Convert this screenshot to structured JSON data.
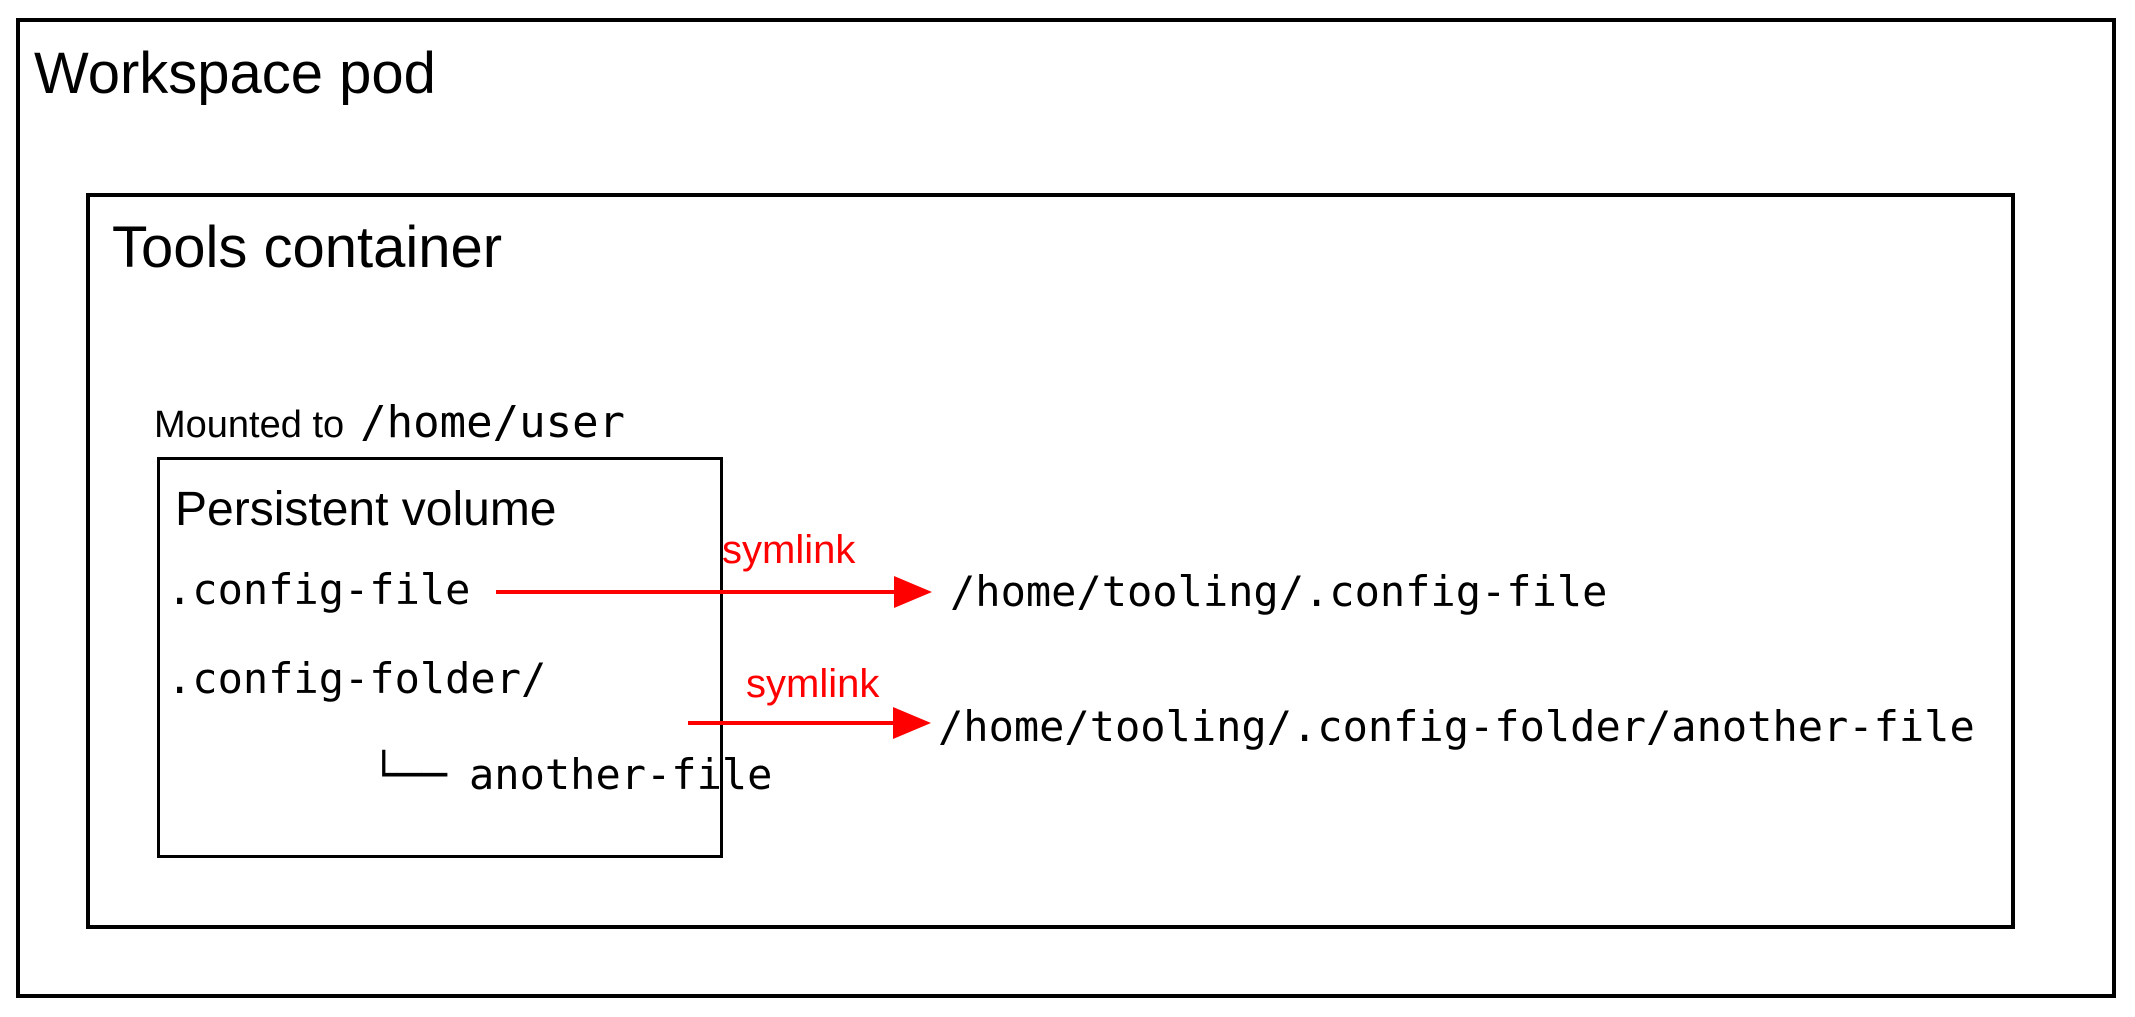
{
  "workspace_pod": {
    "title": "Workspace pod"
  },
  "tools_container": {
    "title": "Tools container",
    "mount": {
      "prefix": "Mounted to",
      "path": "/home/user"
    }
  },
  "persistent_volume": {
    "title": "Persistent volume",
    "file": ".config-file",
    "folder": ".config-folder/",
    "tree_branch": "└──",
    "child_file": "another-file"
  },
  "symlinks": [
    {
      "label": "symlink",
      "target": "/home/tooling/.config-file"
    },
    {
      "label": "symlink",
      "target": "/home/tooling/.config-folder/another-file"
    }
  ],
  "colors": {
    "arrow_red": "#ff0000",
    "line_black": "#000000"
  }
}
